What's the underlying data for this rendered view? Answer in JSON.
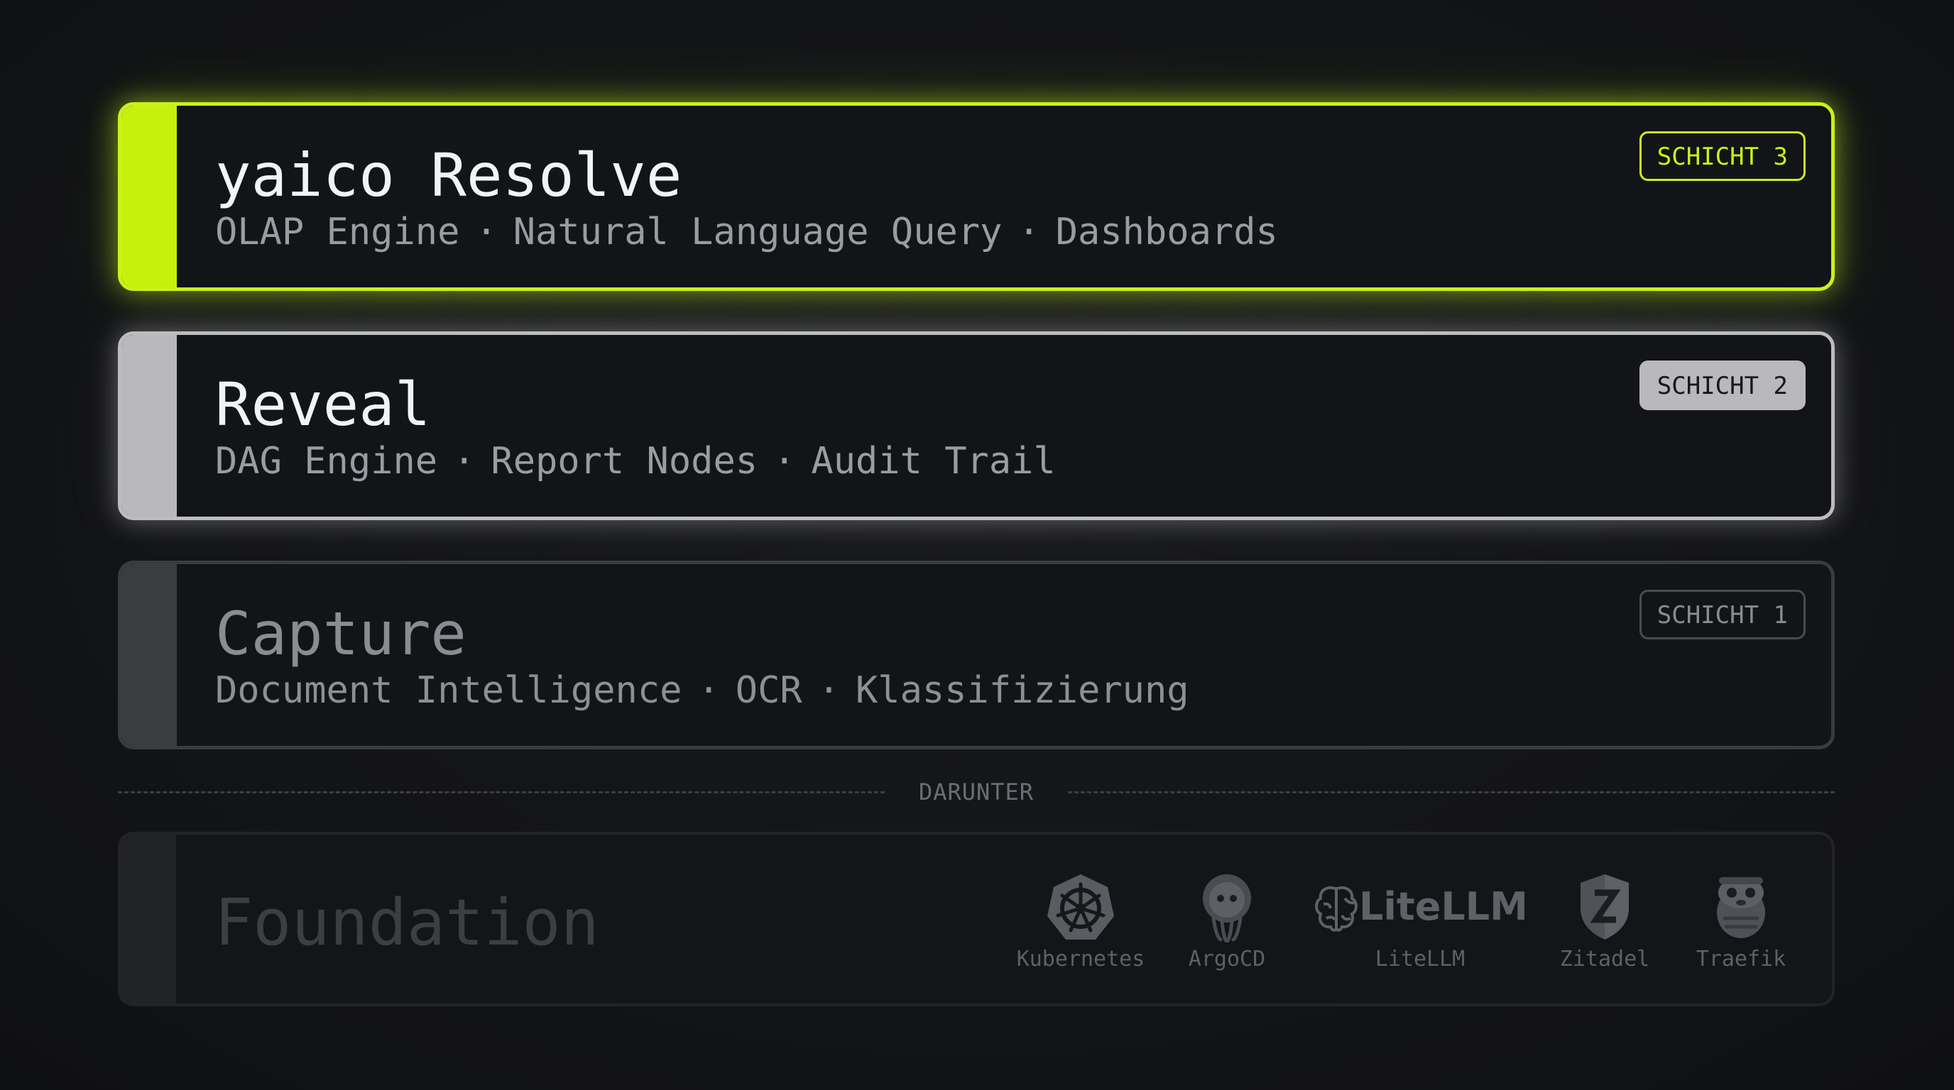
{
  "layers": [
    {
      "id": "resolve",
      "title": "yaico Resolve",
      "features": [
        "OLAP Engine",
        "Natural Language Query",
        "Dashboards"
      ],
      "badge": "SCHICHT 3",
      "accent": "#c9f21a"
    },
    {
      "id": "reveal",
      "title": "Reveal",
      "features": [
        "DAG Engine",
        "Report Nodes",
        "Audit Trail"
      ],
      "badge": "SCHICHT 2",
      "accent": "#b9b9bb"
    },
    {
      "id": "capture",
      "title": "Capture",
      "features": [
        "Document Intelligence",
        "OCR",
        "Klassifizierung"
      ],
      "badge": "SCHICHT 1",
      "accent": "#3b3c40"
    }
  ],
  "separator": "·",
  "divider_label": "DARUNTER",
  "foundation": {
    "title": "Foundation",
    "tools": [
      {
        "label": "Kubernetes",
        "icon": "kubernetes-icon"
      },
      {
        "label": "ArgoCD",
        "icon": "argocd-icon"
      },
      {
        "label": "LiteLLM",
        "icon": "litellm-brain-icon",
        "logo_text": "LiteLLM"
      },
      {
        "label": "Zitadel",
        "icon": "zitadel-shield-icon"
      },
      {
        "label": "Traefik",
        "icon": "traefik-gopher-icon"
      }
    ]
  },
  "colors": {
    "background": "#141518",
    "accent_lime": "#c9f21a",
    "accent_grey": "#b9b9bb",
    "muted": "#3b3c40"
  }
}
